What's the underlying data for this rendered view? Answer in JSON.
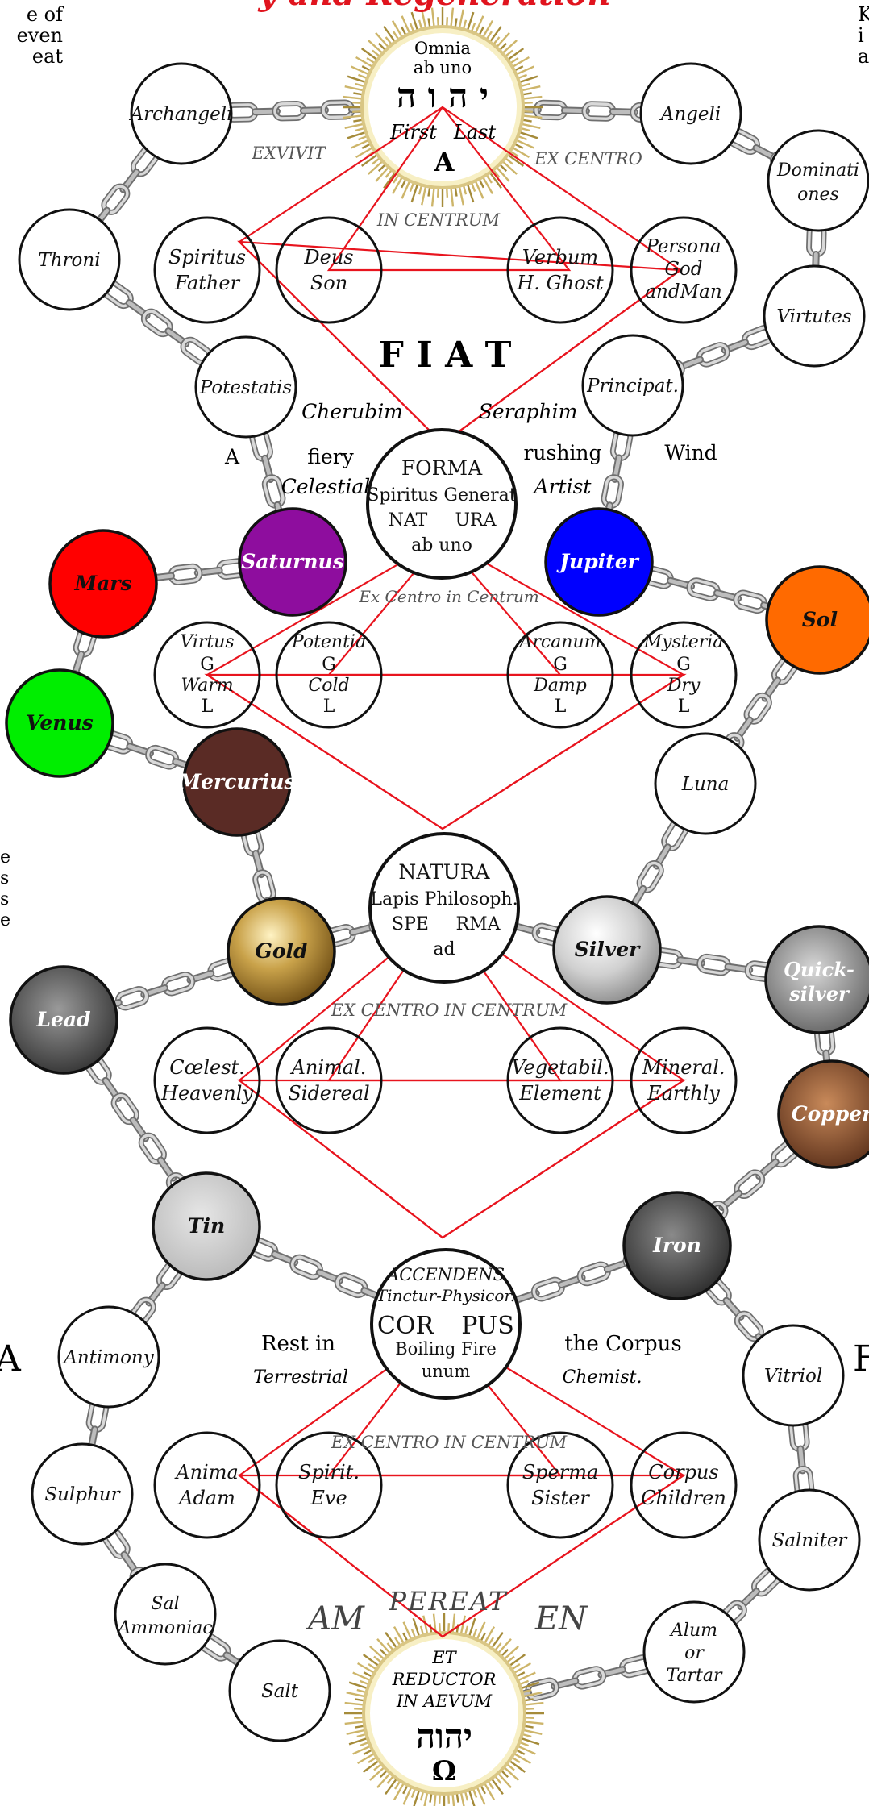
{
  "title_fragment": "y and Regeneration",
  "side_fragments": {
    "top_left": [
      "e of",
      "even",
      "eat"
    ],
    "top_right": [
      "K",
      "i",
      "a"
    ],
    "mid_left": [
      "e",
      "s",
      "s",
      "e"
    ],
    "letter_left": "A",
    "letter_right": "F"
  },
  "top_sun": {
    "line1": "Omnia",
    "line2": "ab uno",
    "tetragram": "י ה ו ה",
    "first": "First",
    "last": "Last",
    "alpha": "A"
  },
  "bottom_sun": {
    "line1": "ET",
    "line2": "REDUCTOR",
    "line3": "IN AEVUM",
    "tetragram": "יהוה",
    "omega": "Ω"
  },
  "centers": {
    "forma": {
      "l1": "FORMA",
      "l2": "Spiritus Generat",
      "l3a": "NAT",
      "l3b": "URA",
      "l4": "ab uno"
    },
    "natura": {
      "l1": "NATURA",
      "l2": "Lapis Philosoph.",
      "l3a": "SPE",
      "l3b": "RMA",
      "l4": "ad"
    },
    "accendens": {
      "l1": "ACCENDENS",
      "l2": "Tinctur-Physicor.",
      "l3a": "COR",
      "l3b": "PUS",
      "l4": "Boiling Fire",
      "l5": "unum"
    }
  },
  "ring_circles": [
    {
      "id": "archangeli",
      "label": "Archangeli"
    },
    {
      "id": "angeli",
      "label": "Angeli"
    },
    {
      "id": "throni",
      "label": "Throni"
    },
    {
      "id": "dominationes",
      "l1": "Dominati",
      "l2": "ones"
    },
    {
      "id": "virtutes",
      "label": "Virtutes"
    },
    {
      "id": "potestatis",
      "label": "Potestatis"
    },
    {
      "id": "principat",
      "label": "Principat."
    },
    {
      "id": "luna",
      "label": "Luna"
    },
    {
      "id": "antimony",
      "label": "Antimony"
    },
    {
      "id": "vitriol",
      "label": "Vitriol"
    },
    {
      "id": "sulphur",
      "label": "Sulphur"
    },
    {
      "id": "salniter",
      "label": "Salniter"
    },
    {
      "id": "sal-ammoniac",
      "l1": "Sal",
      "l2": "Ammoniac"
    },
    {
      "id": "alum-tartar",
      "l1": "Alum",
      "l2": "or",
      "l3": "Tartar"
    },
    {
      "id": "salt",
      "label": "Salt"
    }
  ],
  "planets": [
    {
      "id": "saturnus",
      "label": "Saturnus",
      "color": "#8e0d9e"
    },
    {
      "id": "jupiter",
      "label": "Jupiter",
      "color": "#0000ff"
    },
    {
      "id": "mars",
      "label": "Mars",
      "color": "#ff0000"
    },
    {
      "id": "sol",
      "label": "Sol",
      "color": "#ff6a00"
    },
    {
      "id": "venus",
      "label": "Venus",
      "color": "#00ee00"
    },
    {
      "id": "mercurius",
      "label": "Mercurius",
      "color": "#5a2b25"
    },
    {
      "id": "gold",
      "label": "Gold",
      "color": "#c9a24a"
    },
    {
      "id": "silver",
      "label": "Silver",
      "color": "#c8c8c8"
    },
    {
      "id": "quicksilver",
      "l1": "Quick-",
      "l2": "silver",
      "color": "#8a8a8a"
    },
    {
      "id": "lead",
      "label": "Lead",
      "color": "#4a4a4a"
    },
    {
      "id": "copper",
      "label": "Copper",
      "color": "#8a4a26"
    },
    {
      "id": "tin",
      "label": "Tin",
      "color": "#c8c8c8"
    },
    {
      "id": "iron",
      "label": "Iron",
      "color": "#3a3a3a"
    }
  ],
  "rows": {
    "row1": [
      {
        "l1": "Spiritus",
        "l2": "Father"
      },
      {
        "l1": "Deus",
        "l2": "Son"
      },
      {
        "l1": "Verbum",
        "l2": "H. Ghost"
      },
      {
        "l1": "Persona",
        "l2": "God",
        "l3": "andMan"
      }
    ],
    "row2": [
      {
        "l1": "Virtus",
        "g": "G",
        "l2": "Warm",
        "l": "L"
      },
      {
        "l1": "Potentia",
        "g": "G",
        "l2": "Cold",
        "l": "L"
      },
      {
        "l1": "Arcanum",
        "g": "G",
        "l2": "Damp",
        "l": "L"
      },
      {
        "l1": "Mysteria",
        "g": "G",
        "l2": "Dry",
        "l": "L"
      }
    ],
    "row3": [
      {
        "l1": "Cœlest.",
        "l2": "Heavenly"
      },
      {
        "l1": "Animal.",
        "l2": "Sidereal"
      },
      {
        "l1": "Vegetabil.",
        "l2": "Element"
      },
      {
        "l1": "Mineral.",
        "l2": "Earthly"
      }
    ],
    "row4": [
      {
        "l1": "Anima",
        "l2": "Adam"
      },
      {
        "l1": "Spirit.",
        "l2": "Eve"
      },
      {
        "l1": "Sperma",
        "l2": "Sister"
      },
      {
        "l1": "Corpus",
        "l2": "Children"
      }
    ]
  },
  "labels": {
    "exvivit": "EXVIVIT",
    "ex_centro": "EX CENTRO",
    "in_centrum": "IN CENTRUM",
    "fiat": "F I A T",
    "cherubim": "Cherubim",
    "seraphim": "Seraphim",
    "a_word": "A",
    "fiery": "fiery",
    "rushing": "rushing",
    "wind": "Wind",
    "celestial": "Celestial",
    "artist": "Artist",
    "ex_centro_in_centrum_1": "Ex Centro in Centrum",
    "ex_centro_in_centrum_2": "EX CENTRO IN CENTRUM",
    "ex_centro_in_centrum_3": "EX CENTRO IN CENTRUM",
    "rest_in": "Rest in",
    "terrestrial": "Terrestrial",
    "the_corpus": "the Corpus",
    "chemist": "Chemist.",
    "pereat": "PEREAT",
    "am": "AM",
    "en": "EN"
  }
}
